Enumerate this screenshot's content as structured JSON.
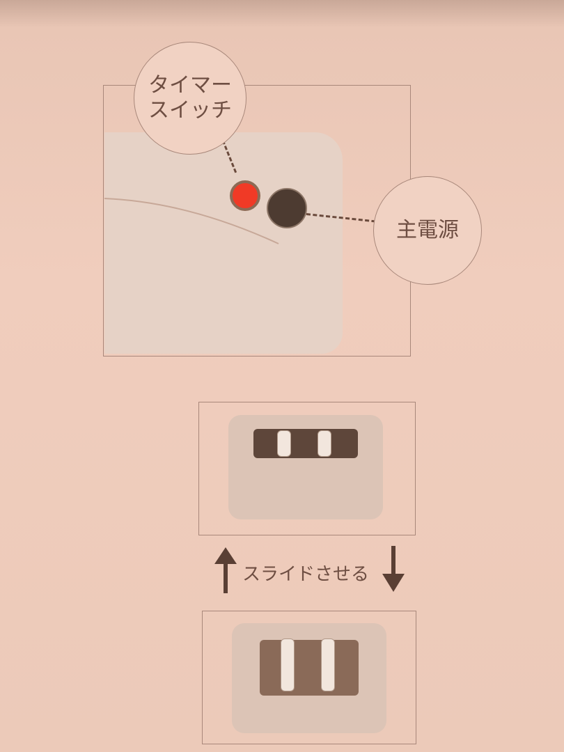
{
  "callouts": {
    "timer_switch": "タイマー\nスイッチ",
    "main_power": "主電源"
  },
  "slide_label": "スライドさせる",
  "colors": {
    "timer_button": "#f03a26",
    "power_button": "#4d3b31"
  }
}
